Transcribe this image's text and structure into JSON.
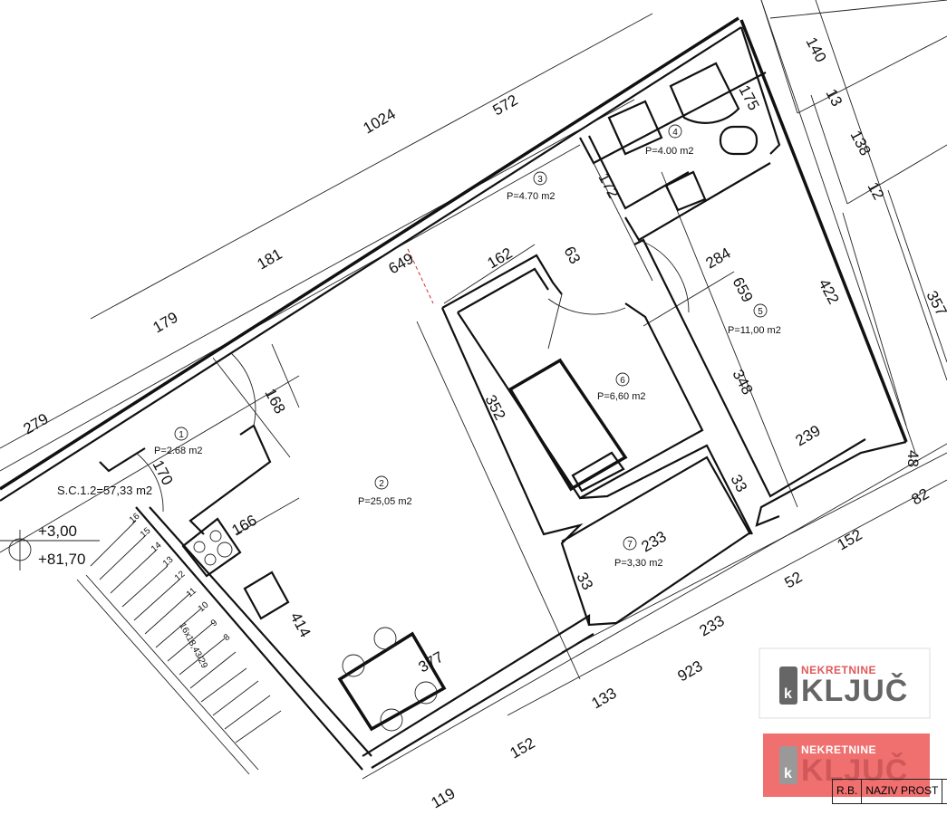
{
  "plan": {
    "total_area": "S.C.1.2=57,33 m2",
    "level_relative": "+3,00",
    "level_absolute": "+81,70",
    "stair_spec": "16x18,43/29",
    "stair_steps": [
      "16",
      "15",
      "14",
      "13",
      "12",
      "11",
      "10",
      "9",
      "8"
    ]
  },
  "rooms": [
    {
      "number": "1",
      "area": "P=2.68 m2"
    },
    {
      "number": "2",
      "area": "P=25,05 m2"
    },
    {
      "number": "3",
      "area": "P=4.70 m2"
    },
    {
      "number": "4",
      "area": "P=4.00 m2"
    },
    {
      "number": "5",
      "area": "P=11,00 m2"
    },
    {
      "number": "6",
      "area": "P=6,60 m2"
    },
    {
      "number": "7",
      "area": "P=3,30 m2"
    }
  ],
  "dimensions": {
    "top_total": "1024",
    "top_right": "572",
    "top_181": "181",
    "top_179": "179",
    "top_279": "279",
    "d649": "649",
    "d162": "162",
    "d63": "63",
    "d172": "172",
    "d168": "168",
    "d170": "170",
    "d352": "352",
    "d284": "284",
    "d659": "659",
    "d422": "422",
    "d357": "357",
    "d140": "140",
    "d13": "13",
    "d138": "138",
    "d12": "12",
    "d348": "348",
    "d239": "239",
    "d175": "175",
    "d48": "48",
    "d82": "82",
    "d152a": "152",
    "d52": "52",
    "d233a": "233",
    "d33a": "33",
    "d33b": "33",
    "d233b": "233",
    "d923": "923",
    "d133": "133",
    "d152b": "152",
    "d119": "119",
    "d377": "377",
    "d414": "414",
    "d166": "166"
  },
  "logos": [
    {
      "top": "NEKRETNINE",
      "name": "KLJUČ",
      "background": "#ffffff"
    },
    {
      "top": "NEKRETNINE",
      "name": "KLJUČ",
      "background": "#f07070"
    }
  ],
  "table_header": [
    "R.B.",
    "NAZIV PROST"
  ]
}
